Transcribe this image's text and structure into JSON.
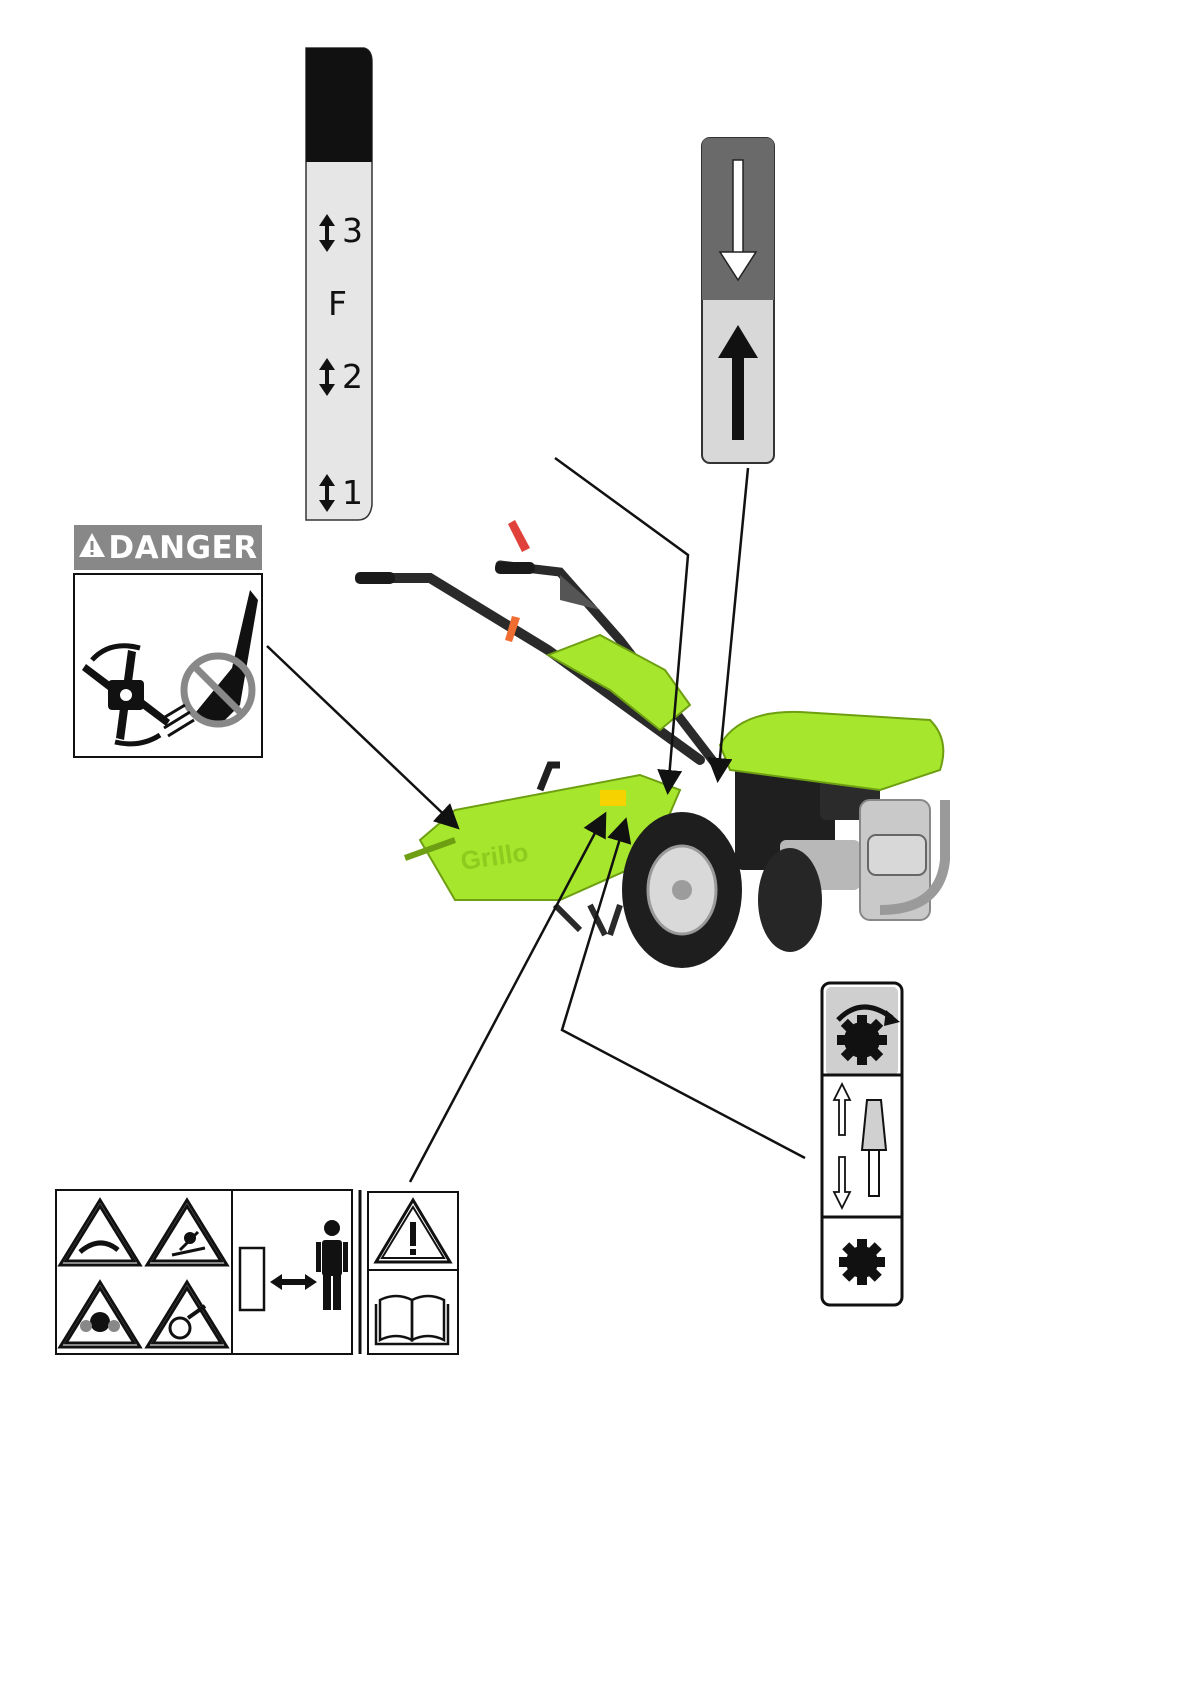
{
  "gear_decal": {
    "positions": [
      "3",
      "F",
      "2",
      "1"
    ]
  },
  "danger_decal": {
    "label": "DANGER"
  },
  "tiller": {
    "brand": "Grillo"
  },
  "colors": {
    "machine_green": "#a6e62c",
    "dark_green": "#7cb518",
    "engine_black": "#1f1f1f",
    "decal_gray": "#888888",
    "handle_red": "#e0413a"
  }
}
